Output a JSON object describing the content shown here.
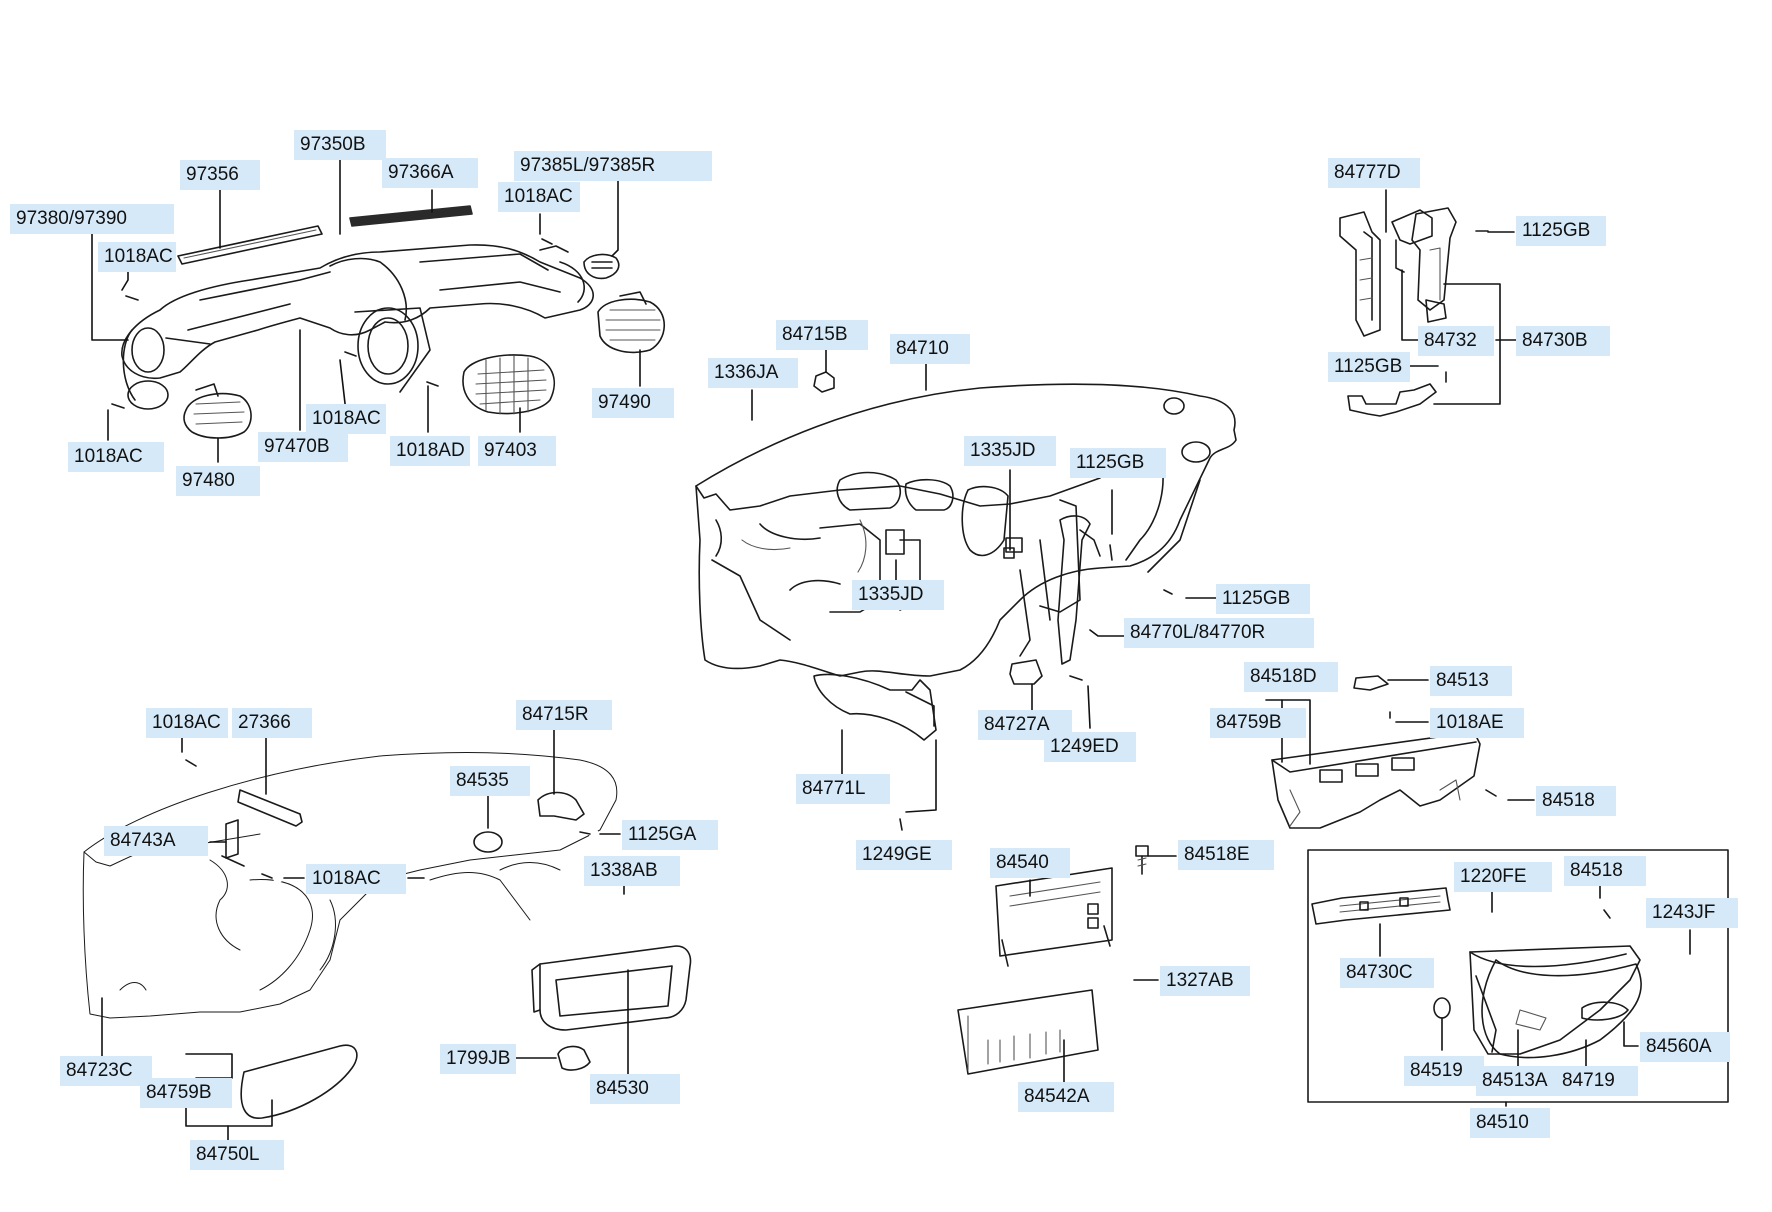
{
  "labels": {
    "p97356": "97356",
    "p97350B": "97350B",
    "p97366A": "97366A",
    "p97385": "97385L/97385R",
    "p97380": "97380/97390",
    "p1018AC_a": "1018AC",
    "p1018AC_b": "1018AC",
    "p1018AC_c": "1018AC",
    "p1018AC_d": "1018AC",
    "p97470B": "97470B",
    "p1018AD": "1018AD",
    "p97403": "97403",
    "p97490": "97490",
    "p97480": "97480",
    "p84777D": "84777D",
    "p1125GB_a": "1125GB",
    "p84732": "84732",
    "p84730B": "84730B",
    "p1125GB_b": "1125GB",
    "p84715B": "84715B",
    "p84710": "84710",
    "p1336JA": "1336JA",
    "p1335JD_a": "1335JD",
    "p1125GB_c": "1125GB",
    "p1335JD_b": "1335JD",
    "p1125GB_d": "1125GB",
    "p84770": "84770L/84770R",
    "p84727A": "84727A",
    "p1249ED": "1249ED",
    "p84771L": "84771L",
    "p1249GE": "1249GE",
    "p84518D": "84518D",
    "p84513": "84513",
    "p84759B_a": "84759B",
    "p1018AE": "1018AE",
    "p84518_a": "84518",
    "p84518E": "84518E",
    "p84540": "84540",
    "p1327AB": "1327AB",
    "p84542A": "84542A",
    "p1220FE": "1220FE",
    "p84518_b": "84518",
    "p1243JF": "1243JF",
    "p84730C": "84730C",
    "p84560A": "84560A",
    "p84519": "84519",
    "p84513A": "84513A",
    "p84719": "84719",
    "p84510": "84510",
    "p1018AC_e": "1018AC",
    "p27366": "27366",
    "p84715R": "84715R",
    "p84535": "84535",
    "p84743A": "84743A",
    "p1125GA": "1125GA",
    "p1018AC_f": "1018AC",
    "p1338AB": "1338AB",
    "p84723C": "84723C",
    "p84759B_b": "84759B",
    "p84750L": "84750L",
    "p1799JB": "1799JB",
    "p84530": "84530"
  },
  "colors": {
    "label_bg": "#d6e9f8",
    "line": "#1a1a1a",
    "background": "#ffffff"
  }
}
